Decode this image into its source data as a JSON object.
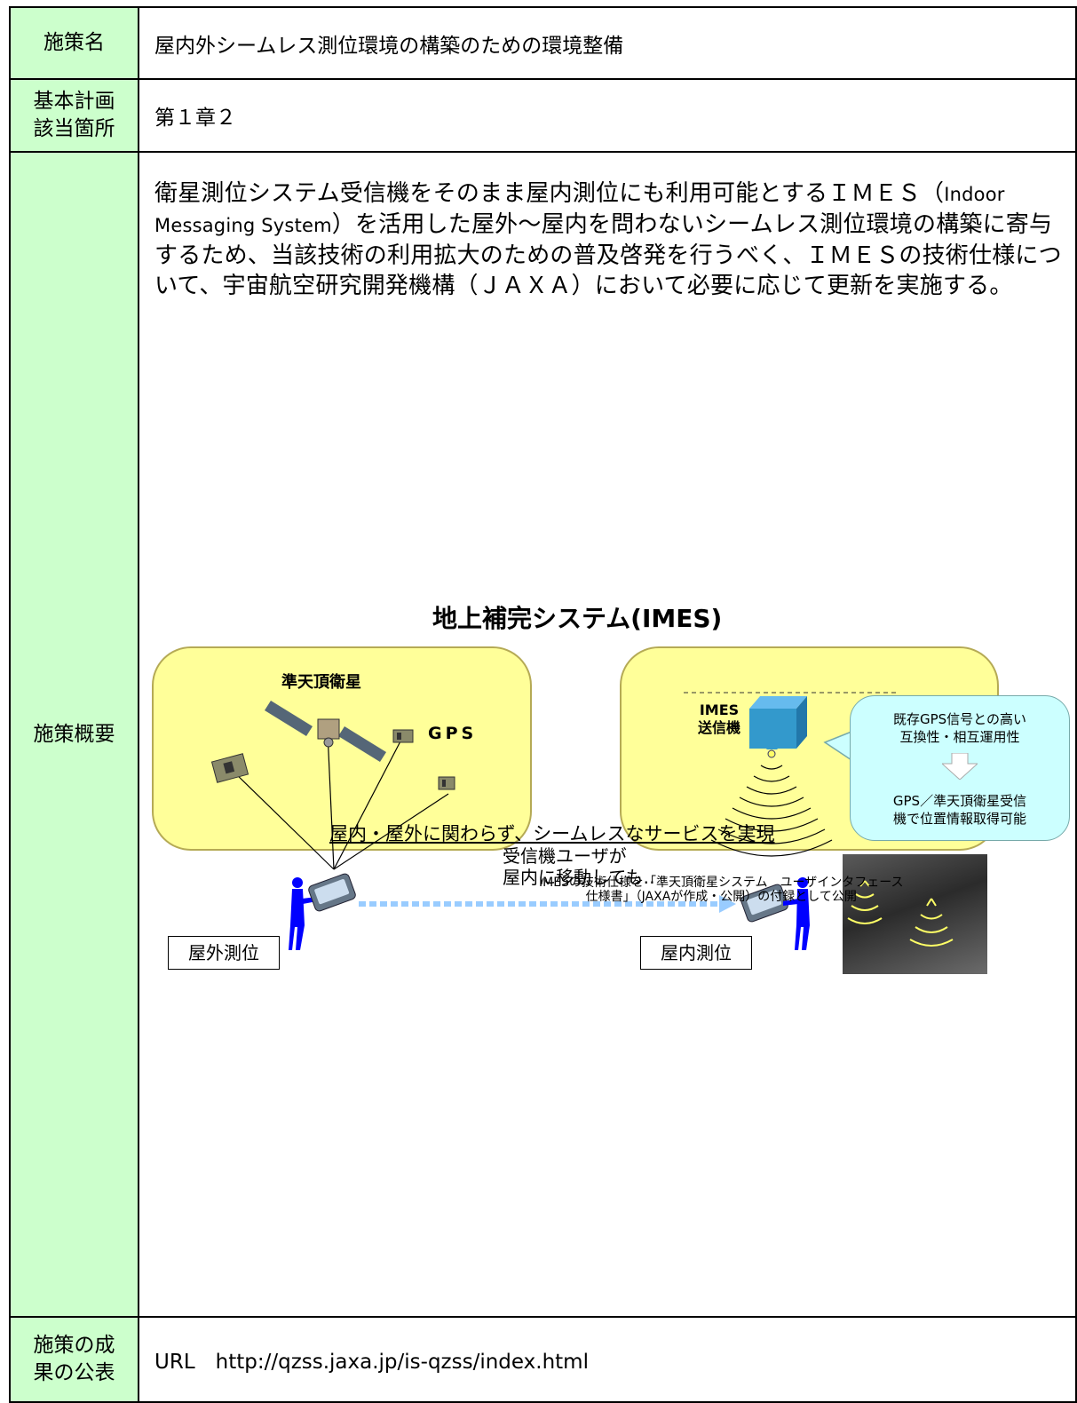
{
  "labels": {
    "name": "施策名",
    "basis_line1": "基本計画",
    "basis_line2": "該当箇所",
    "outline": "施策概要",
    "result_line1": "施策の成",
    "result_line2": "果の公表"
  },
  "values": {
    "name": "屋内外シームレス測位環境の構築のための環境整備",
    "basis": "第１章２",
    "result": "URL　http://qzss.jaxa.jp/is-qzss/index.html"
  },
  "outline": {
    "p1": "衛星測位システム受信機をそのまま屋内測位にも利用可能とするＩＭＥＳ（",
    "p1_latin": "Indoor Messaging System",
    "p2": "）を活用した屋外～屋内を問わないシームレス測位環境の構築に寄与するため、当該技術の利用拡大のための普及啓発を行うべく、ＩＭＥＳの技術仕様について、宇宙航空研究開発機構（ＪＡＸＡ）において必要に応じて更新を実施する。"
  },
  "figure": {
    "title": "地上補完システム(IMES)",
    "qzs_label": "準天頂衛星",
    "gps_label": "GPS",
    "outdoor_label": "屋外測位",
    "indoor_label": "屋内測位",
    "move_line1": "受信機ユーザが",
    "move_line2": "屋内に移動しても‥",
    "imes_line1": "IMES",
    "imes_line2": "送信機",
    "callout_line1a": "既存GPS信号との高い",
    "callout_line1b": "互換性・相互運用性",
    "callout_line2a": "GPS／準天頂衛星受信",
    "callout_line2b": "機で位置情報取得可能",
    "caption": "屋内・屋外に関わらず、シームレスなサービスを実現",
    "note_line1": "IMESの技術仕様を「準天頂衛星システム　ユーザインタフェース",
    "note_line2": "仕様書」（JAXAが作成・公開）の付録として公開",
    "colors": {
      "panel_fill": "#ffff99",
      "callout_fill": "#ccffff",
      "arrow": "#99ccff",
      "person": "#0000ff",
      "transmitter": "#3399cc",
      "waves": "#ffff66"
    }
  }
}
